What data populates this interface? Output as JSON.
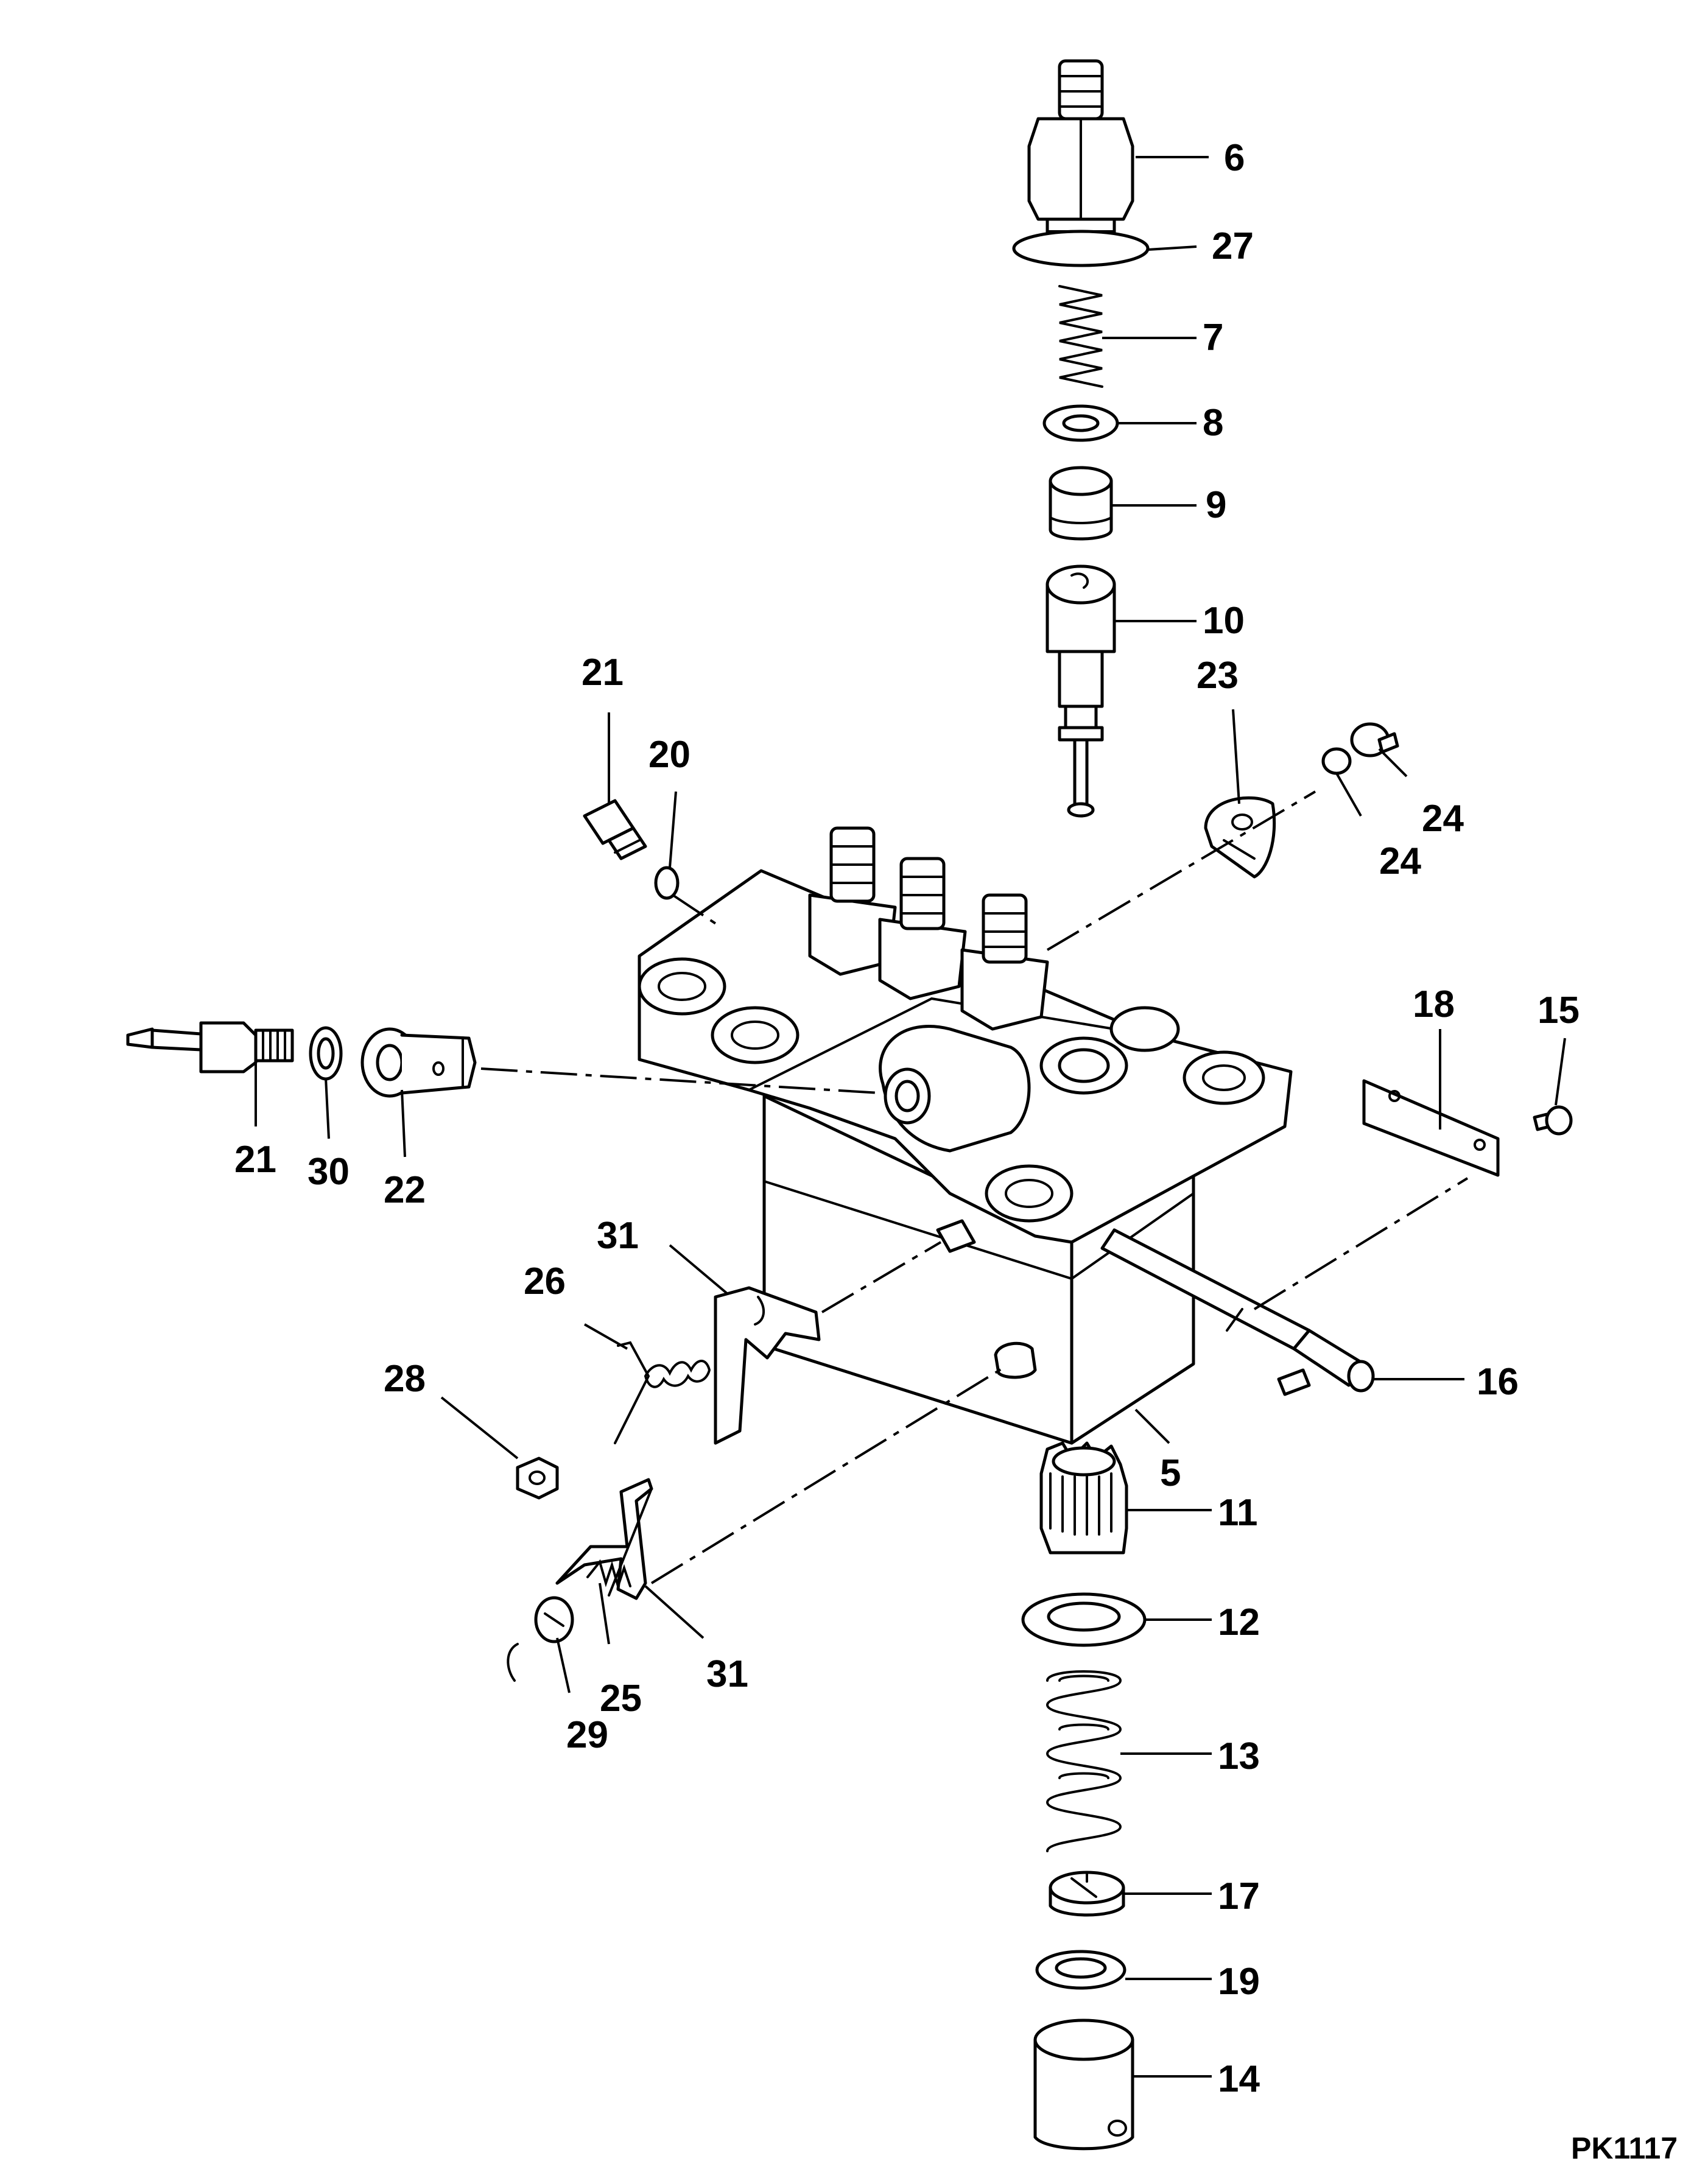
{
  "reference_code": "PK1117",
  "callouts": {
    "c6": "6",
    "c27": "27",
    "c7": "7",
    "c8": "8",
    "c9": "9",
    "c10": "10",
    "c21a": "21",
    "c20": "20",
    "c23": "23",
    "c24a": "24",
    "c24b": "24",
    "c18": "18",
    "c15": "15",
    "c21b": "21",
    "c30": "30",
    "c22": "22",
    "c31a": "31",
    "c26": "26",
    "c28": "28",
    "c16": "16",
    "c5": "5",
    "c11": "11",
    "c12": "12",
    "c31b": "31",
    "c25": "25",
    "c29": "29",
    "c13": "13",
    "c17": "17",
    "c19": "19",
    "c14": "14"
  }
}
